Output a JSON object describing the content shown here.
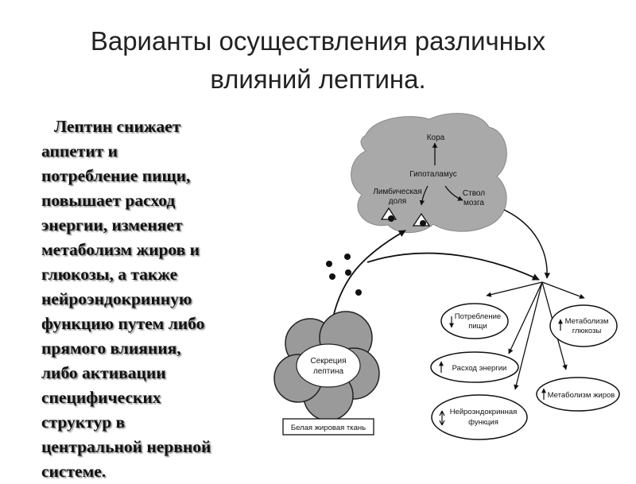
{
  "title": {
    "line1": "Варианты осуществления различных",
    "line2": "влияний лептина."
  },
  "body_lines": [
    "Лептин снижает",
    "аппетит и",
    "потребление пищи,",
    "повышает расход",
    "энергии, изменяет",
    "метаболизм жиров и",
    "глюкозы, а также",
    "нейроэндокринную",
    "функцию путем либо",
    "прямого влияния,",
    "либо активации",
    "специфических",
    "структур в",
    "центральной нервной",
    "системе."
  ],
  "diagram": {
    "brain": {
      "cortex": "Кора",
      "hypothalamus": "Гипоталамус",
      "limbic_1": "Лимбическая",
      "limbic_2": "доля",
      "stem_1": "Ствол",
      "stem_2": "мозга"
    },
    "fat": {
      "secretion_1": "Секреция",
      "secretion_2": "лептина",
      "tissue_label": "Белая жировая ткань"
    },
    "effects": {
      "food_1": "Потребление",
      "food_2": "пищи",
      "glucose_1": "Метаболизм",
      "glucose_2": "глюкозы",
      "energy": "Расход энергии",
      "fat_metabolism": "Метаболизм жиров",
      "neuro_1": "Нейроэндокринная",
      "neuro_2": "функция"
    }
  }
}
